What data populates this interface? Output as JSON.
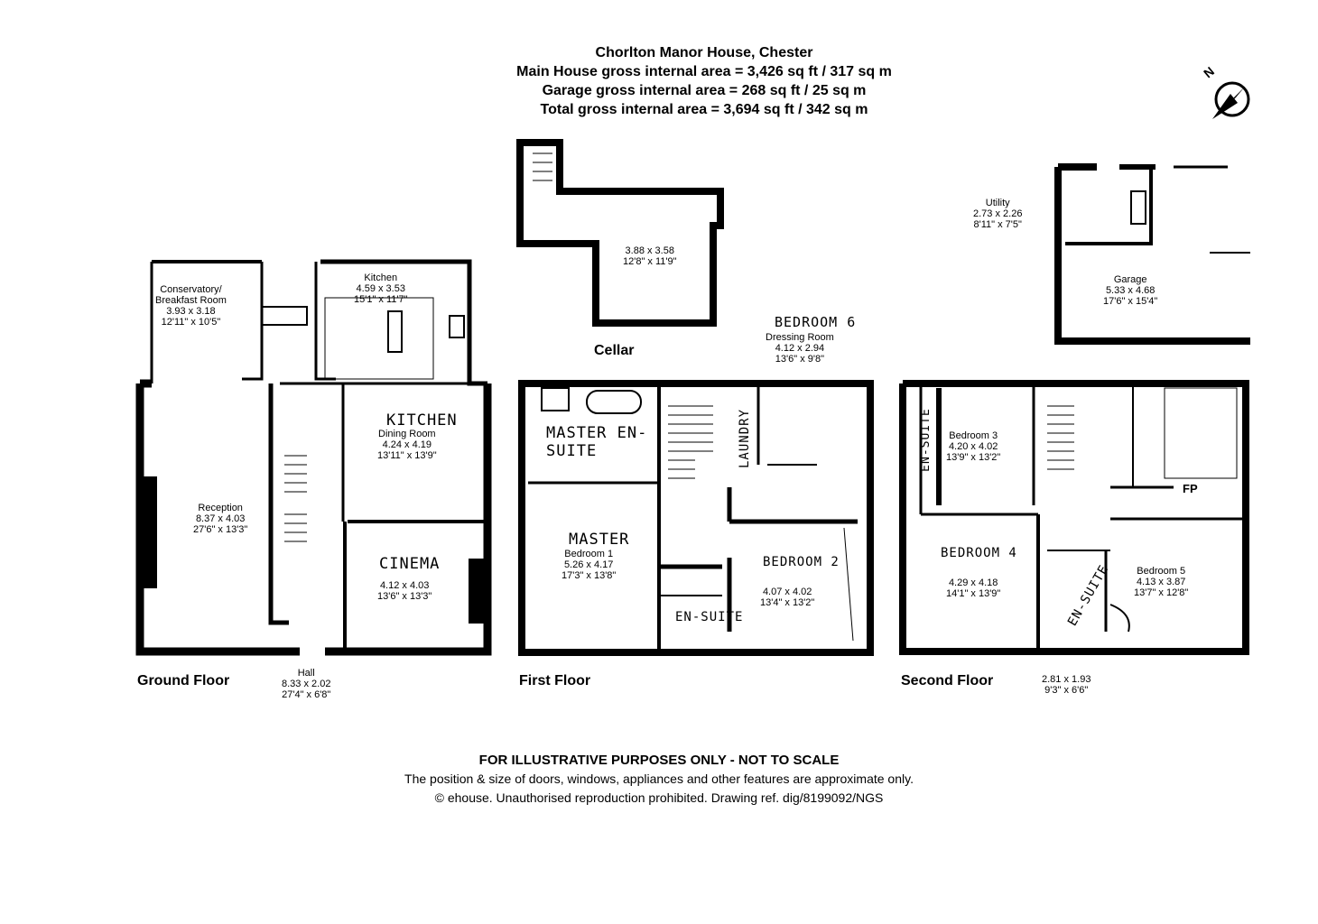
{
  "header": {
    "title": "Chorlton Manor House, Chester",
    "main_area": "Main House gross internal area = 3,426 sq ft / 317 sq m",
    "garage_area": "Garage gross internal area = 268 sq ft / 25 sq m",
    "total_area": "Total gross internal area = 3,694 sq ft / 342 sq m"
  },
  "compass": {
    "label": "N",
    "icon": "north-arrow-icon"
  },
  "cellar": {
    "dims_m": "3.88 x 3.58",
    "dims_ft": "12'8\" x 11'9\"",
    "label": "Cellar"
  },
  "ground": {
    "floor_label": "Ground Floor",
    "conservatory": {
      "name": "Conservatory/",
      "name2": "Breakfast Room",
      "dims_m": "3.93 x 3.18",
      "dims_ft": "12'11\" x 10'5\""
    },
    "kitchen": {
      "name": "Kitchen",
      "dims_m": "4.59 x 3.53",
      "dims_ft": "15'1\" x 11'7\""
    },
    "reception": {
      "name": "Reception",
      "dims_m": "8.37 x 4.03",
      "dims_ft": "27'6\" x 13'3\""
    },
    "dining": {
      "name": "Dining Room",
      "dims_m": "4.24 x 4.19",
      "dims_ft": "13'11\" x 13'9\"",
      "hand": "KITCHEN"
    },
    "cinema": {
      "hand": "CINEMA",
      "dims_m": "4.12 x 4.03",
      "dims_ft": "13'6\" x 13'3\""
    },
    "hall": {
      "name": "Hall",
      "dims_m": "8.33 x 2.02",
      "dims_ft": "27'4\" x 6'8\""
    }
  },
  "first": {
    "floor_label": "First Floor",
    "ensuite_hand": "MASTER EN-SUITE",
    "master": {
      "hand": "MASTER",
      "name": "Bedroom 1",
      "dims_m": "5.26 x 4.17",
      "dims_ft": "17'3\" x 13'8\""
    },
    "bedroom2": {
      "hand": "BEDROOM 2",
      "dims_m": "4.07 x 4.02",
      "dims_ft": "13'4\" x 13'2\""
    },
    "dressing": {
      "hand": "BEDROOM 6",
      "name": "Dressing Room",
      "dims_m": "4.12 x 2.94",
      "dims_ft": "13'6\" x 9'8\""
    },
    "laundry_hand": "LAUNDRY",
    "ensuite2_hand": "EN-SUITE"
  },
  "second": {
    "floor_label": "Second Floor",
    "bedroom3": {
      "name": "Bedroom 3",
      "dims_m": "4.20 x 4.02",
      "dims_ft": "13'9\" x 13'2\""
    },
    "bedroom4": {
      "hand": "BEDROOM 4",
      "dims_m": "4.29 x 4.18",
      "dims_ft": "14'1\" x 13'9\""
    },
    "bedroom5": {
      "name": "Bedroom 5",
      "dims_m": "4.13 x 3.87",
      "dims_ft": "13'7\" x 12'8\""
    },
    "ensuite_hand": "EN-SUITE",
    "ensuite_left_hand": "EN-SUITE",
    "fp": "FP",
    "small": {
      "dims_m": "2.81 x 1.93",
      "dims_ft": "9'3\" x 6'6\""
    }
  },
  "outbuilding": {
    "utility": {
      "name": "Utility",
      "dims_m": "2.73 x 2.26",
      "dims_ft": "8'11\" x 7'5\""
    },
    "garage": {
      "name": "Garage",
      "dims_m": "5.33 x 4.68",
      "dims_ft": "17'6\" x 15'4\""
    }
  },
  "footer": {
    "disclaimer": "FOR ILLUSTRATIVE PURPOSES ONLY - NOT TO SCALE",
    "note": "The position & size of doors, windows, appliances and other features are approximate only.",
    "copyright": "© ehouse. Unauthorised reproduction prohibited. Drawing ref. dig/8199092/NGS"
  }
}
